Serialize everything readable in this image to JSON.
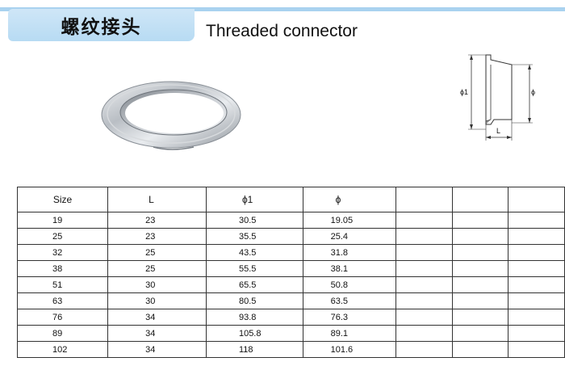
{
  "header": {
    "title_cn": "螺纹接头",
    "title_en": "Threaded connector"
  },
  "diagram": {
    "label_phi1": "ϕ1",
    "label_phi": "ϕ",
    "label_L": "L"
  },
  "table": {
    "headers": [
      "Size",
      "L",
      "ϕ1",
      "ϕ",
      "",
      "",
      ""
    ],
    "rows": [
      [
        "19",
        "23",
        "30.5",
        "19.05",
        "",
        "",
        ""
      ],
      [
        "25",
        "23",
        "35.5",
        "25.4",
        "",
        "",
        ""
      ],
      [
        "32",
        "25",
        "43.5",
        "31.8",
        "",
        "",
        ""
      ],
      [
        "38",
        "25",
        "55.5",
        "38.1",
        "",
        "",
        ""
      ],
      [
        "51",
        "30",
        "65.5",
        "50.8",
        "",
        "",
        ""
      ],
      [
        "63",
        "30",
        "80.5",
        "63.5",
        "",
        "",
        ""
      ],
      [
        "76",
        "34",
        "93.8",
        "76.3",
        "",
        "",
        ""
      ],
      [
        "89",
        "34",
        "105.8",
        "89.1",
        "",
        "",
        ""
      ],
      [
        "102",
        "34",
        "118",
        "101.6",
        "",
        "",
        ""
      ]
    ]
  },
  "colors": {
    "header_bar": "#a9d2ef",
    "title_tab": "#b7dbf3"
  }
}
